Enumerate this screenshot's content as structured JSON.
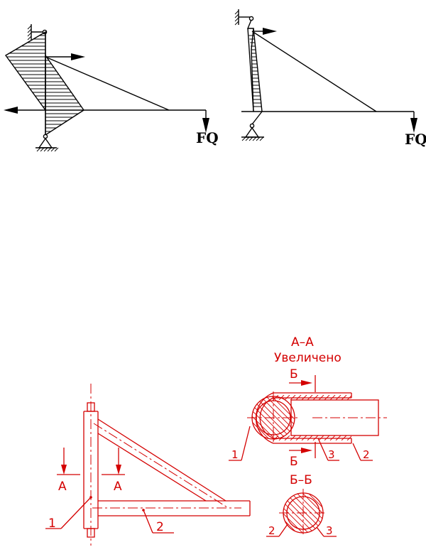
{
  "labels": {
    "force_left": "FQ",
    "force_right": "FQ",
    "section_a_title": "A–A",
    "section_a_subtitle": "Увеличено",
    "section_b_title": "Б–Б",
    "cut_b_top": "Б",
    "cut_b_bottom": "Б",
    "cut_a_left": "A",
    "cut_a_right": "A",
    "leader_1_main": "1",
    "leader_2_main": "2",
    "leader_1_section": "1",
    "leader_3_section": "3",
    "leader_2_section": "2",
    "leader_2_small": "2",
    "leader_3_small": "3"
  },
  "colors": {
    "diagram_ink": "#000000",
    "drawing_ink": "#d40000",
    "background": "#ffffff"
  }
}
